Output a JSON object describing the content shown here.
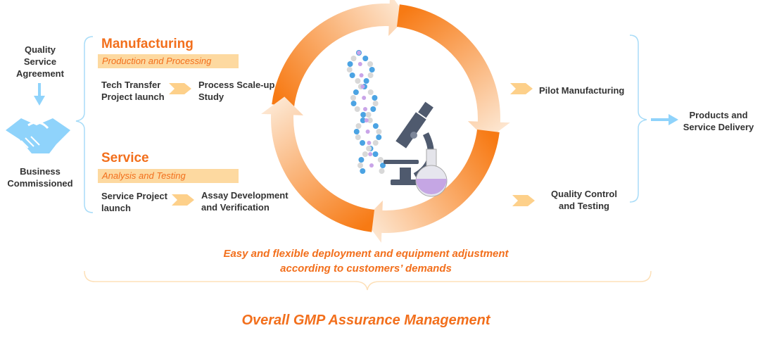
{
  "left": {
    "top": "Quality Service Agreement",
    "bottom": "Business Commissioned"
  },
  "manufacturing": {
    "title": "Manufacturing",
    "subtitle": "Production and Processing",
    "step1": "Tech Transfer Project launch",
    "step2": "Process Scale-up Study"
  },
  "service": {
    "title": "Service",
    "subtitle": "Analysis and Testing",
    "step1": "Service Project launch",
    "step2": "Assay Development and Verification"
  },
  "right": {
    "pilot": "Pilot Manufacturing",
    "qc": "Quality Control and Testing",
    "delivery": "Products and Service Delivery"
  },
  "caption": {
    "line1": "Easy and flexible deployment and equipment adjustment",
    "line2": "according to customers’ demands"
  },
  "footer": "Overall GMP Assurance Management",
  "colors": {
    "accent": "#f26f1c",
    "light": "#fdd9a0",
    "blue": "#8fd3fb"
  }
}
